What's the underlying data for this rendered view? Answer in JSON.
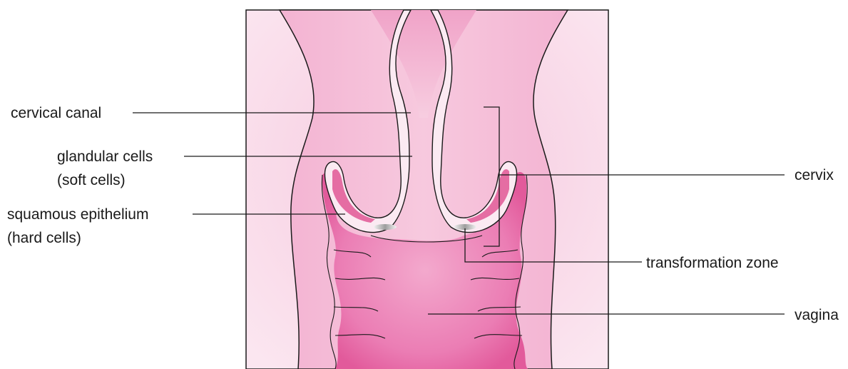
{
  "labels": {
    "cervical_canal": "cervical canal",
    "glandular_cells_line1": "glandular cells",
    "glandular_cells_line2": "(soft cells)",
    "squamous_line1": "squamous epithelium",
    "squamous_line2": "(hard cells)",
    "cervix": "cervix",
    "transformation_zone": "transformation zone",
    "vagina": "vagina"
  },
  "colors": {
    "background_panel": "#f8dcea",
    "tissue": "#f0a8cc",
    "tissue_light": "#f6c6dd",
    "canal_lumen": "#e37fb3",
    "vaginal_cavity": "#e55e9e",
    "epithelium_lining": "#fbeaf2",
    "transformation_zone": "#a8a8a8",
    "line": "#1a1a1a"
  }
}
